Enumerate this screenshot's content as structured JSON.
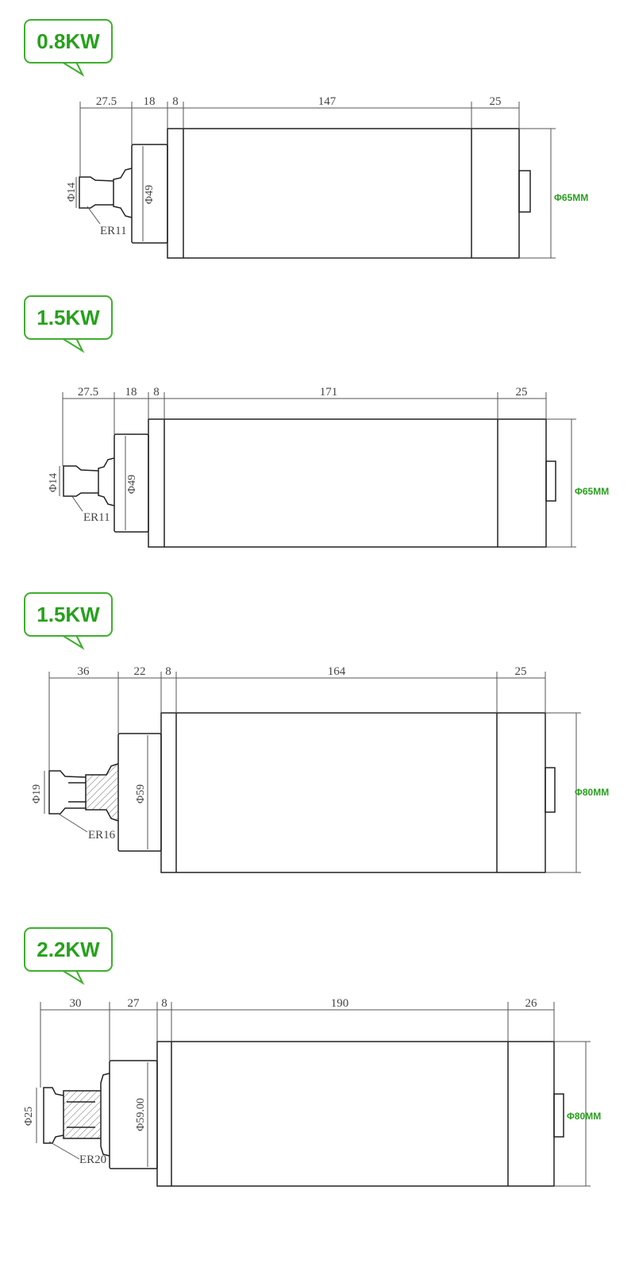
{
  "colors": {
    "badge_border": "#3fae2e",
    "badge_text": "#27a11c",
    "diameter_text": "#2a9e1e",
    "line": "#222222"
  },
  "spindles": [
    {
      "power": "0.8KW",
      "collet": "ER11",
      "dims": [
        "27.5",
        "18",
        "8",
        "147",
        "25"
      ],
      "shaft": "Φ14",
      "nose": "Φ49",
      "diameter": "Φ65MM"
    },
    {
      "power": "1.5KW",
      "collet": "ER11",
      "dims": [
        "27.5",
        "18",
        "8",
        "171",
        "25"
      ],
      "shaft": "Φ14",
      "nose": "Φ49",
      "diameter": "Φ65MM"
    },
    {
      "power": "1.5KW",
      "collet": "ER16",
      "dims": [
        "36",
        "22",
        "8",
        "164",
        "25"
      ],
      "shaft": "Φ19",
      "nose": "Φ59",
      "diameter": "Φ80MM"
    },
    {
      "power": "2.2KW",
      "collet": "ER20",
      "dims": [
        "30",
        "27",
        "8",
        "190",
        "26"
      ],
      "shaft": "Φ25",
      "nose": "Φ59.00",
      "diameter": "Φ80MM"
    }
  ]
}
